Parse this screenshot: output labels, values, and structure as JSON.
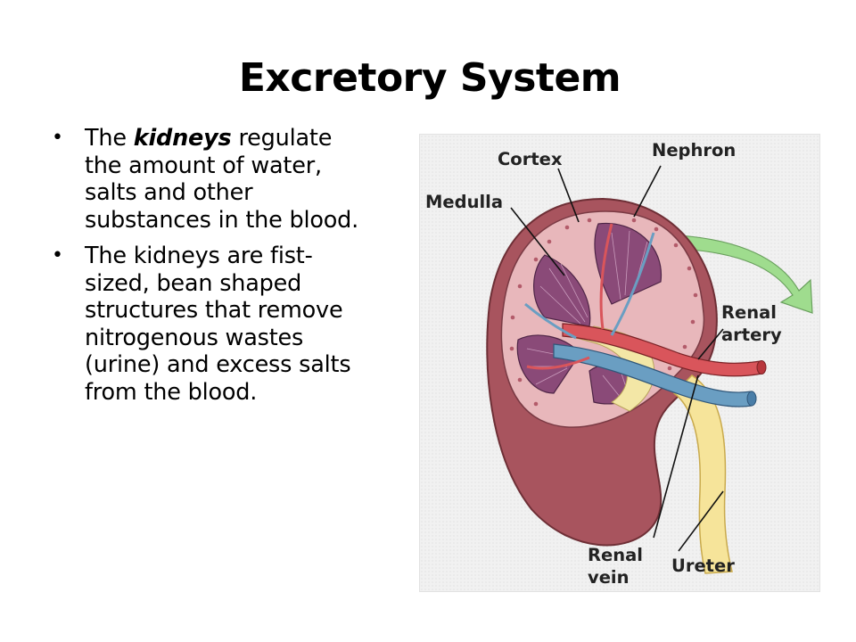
{
  "slide": {
    "title": "Excretory System",
    "bullets": [
      {
        "emphasis": "kidneys",
        "before": "The ",
        "after": " regulate the amount of water, salts and other substances in the blood."
      },
      {
        "text": "The kidneys are fist-sized, bean shaped structures that remove nitrogenous wastes (urine) and excess salts from the blood."
      }
    ]
  },
  "figure": {
    "labels": {
      "cortex": "Cortex",
      "nephron": "Nephron",
      "medulla": "Medulla",
      "renal_artery_1": "Renal",
      "renal_artery_2": "artery",
      "renal_vein_1": "Renal",
      "renal_vein_2": "vein",
      "ureter": "Ureter"
    },
    "colors": {
      "kidney_outer": "#a8545e",
      "cortex": "#e8b7bb",
      "medulla_pyramid": "#8a4a78",
      "pelvis": "#f3e7a6",
      "artery": "#d9555b",
      "vein": "#6a9ec2",
      "ureter": "#f6e49a",
      "arrow": "#9fdc8e"
    }
  }
}
